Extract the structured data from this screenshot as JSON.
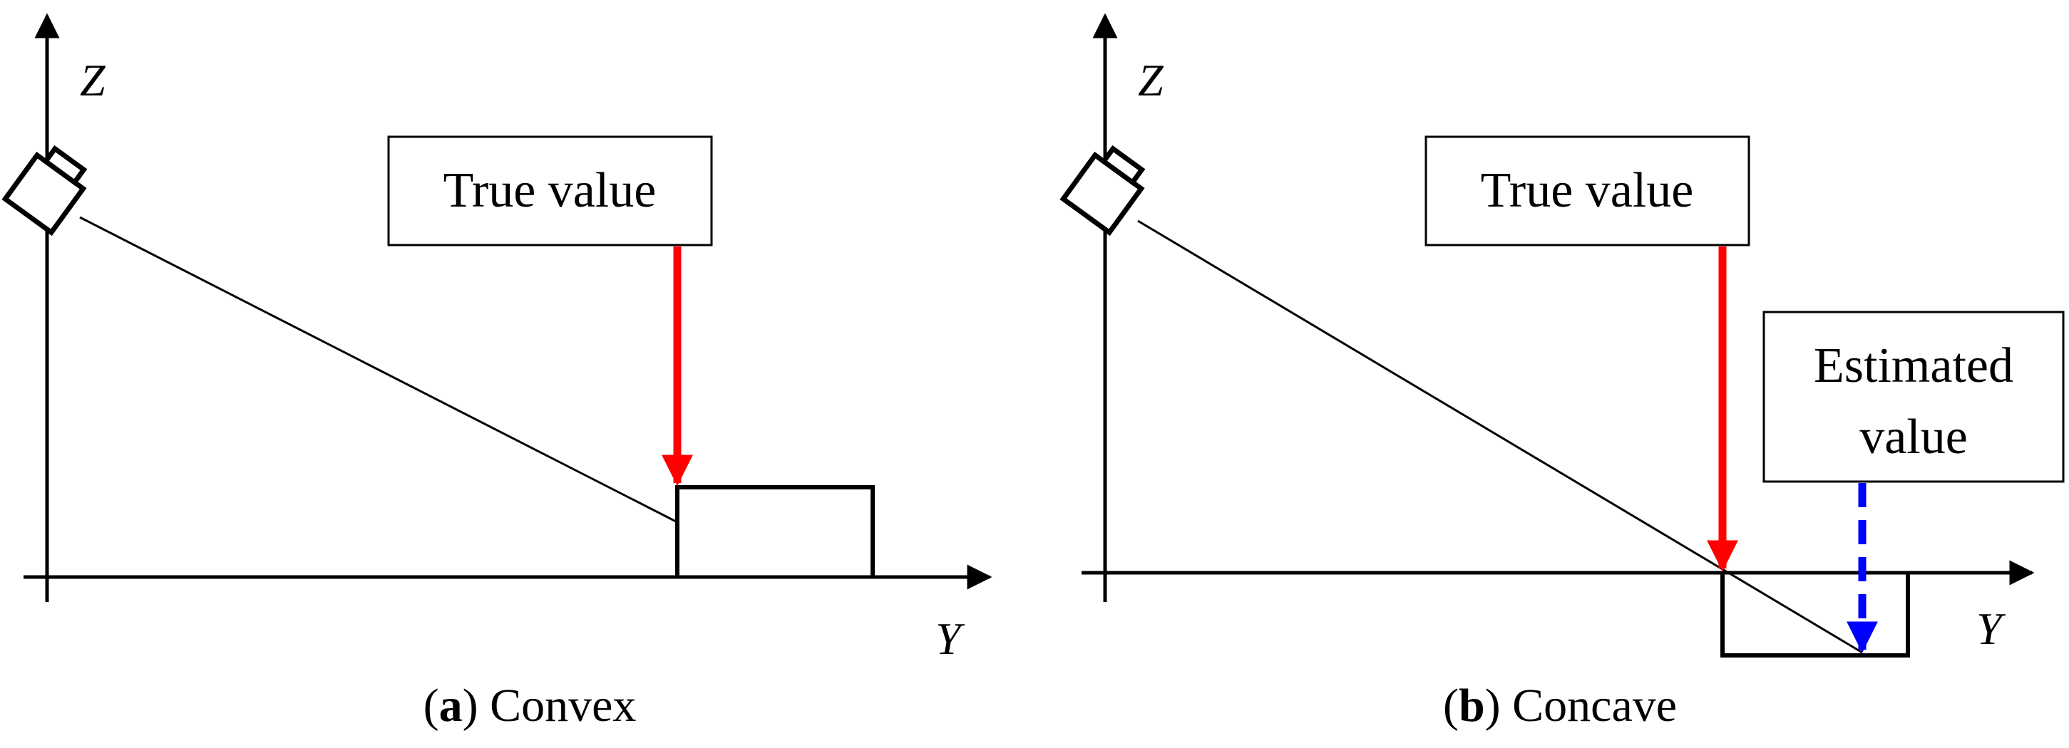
{
  "panels": [
    {
      "caption_letter": "a",
      "caption_text": "Convex",
      "axis_z": "Z",
      "axis_y": "Y",
      "true_value_label": "True value"
    },
    {
      "caption_letter": "b",
      "caption_text": "Concave",
      "axis_z": "Z",
      "axis_y": "Y",
      "true_value_label": "True value",
      "estimated_value_label_line1": "Estimated",
      "estimated_value_label_line2": "value"
    }
  ],
  "colors": {
    "true_value_arrow": "#ff0000",
    "estimated_value_arrow": "#0000ff",
    "line": "#000000"
  }
}
